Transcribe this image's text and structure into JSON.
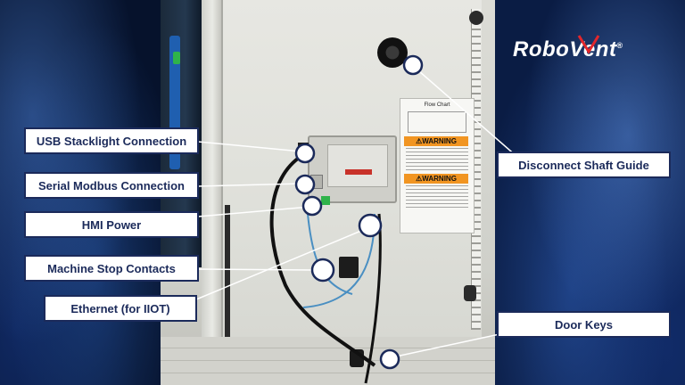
{
  "brand": {
    "logo_text": "RoboVent",
    "logo_mark": "®"
  },
  "labels": {
    "usb_stacklight": "USB Stacklight Connection",
    "serial_modbus": "Serial Modbus Connection",
    "hmi_power": "HMI Power",
    "machine_stop": "Machine Stop Contacts",
    "ethernet": "Ethernet (for IIOT)",
    "disconnect_shaft": "Disconnect Shaft Guide",
    "door_keys": "Door Keys"
  },
  "panel": {
    "flow_chart_title": "Flow Chart",
    "warning_1": "⚠WARNING",
    "warning_2": "⚠WARNING"
  },
  "colors": {
    "label_border": "#1b2a5a",
    "label_text": "#1b2a5a",
    "callout_line": "#ffffff",
    "warning_orange": "#f19522",
    "logo_accent": "#e3262b"
  }
}
